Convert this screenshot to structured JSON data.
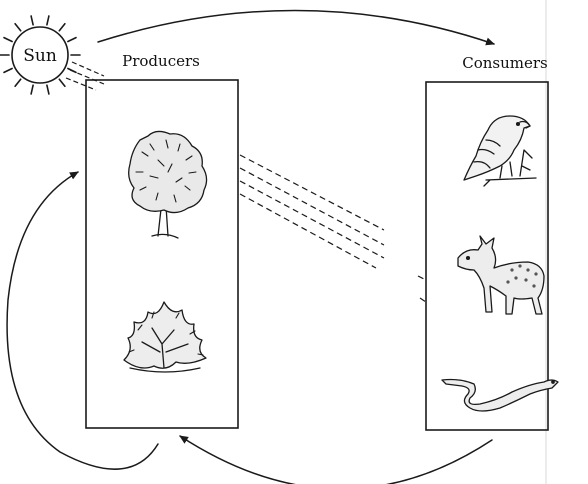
{
  "diagram": {
    "sun_label": "Sun",
    "producers_label": "Producers",
    "consumers_label": "Consumers",
    "producer_items": [
      "tree-icon",
      "shrub-icon"
    ],
    "consumer_items": [
      "hawk-icon",
      "deer-icon",
      "snake-icon"
    ],
    "arrows": [
      {
        "from": "sun",
        "to": "consumers"
      },
      {
        "from": "consumers",
        "to": "producers"
      },
      {
        "from": "producers",
        "to": "producers"
      }
    ]
  }
}
